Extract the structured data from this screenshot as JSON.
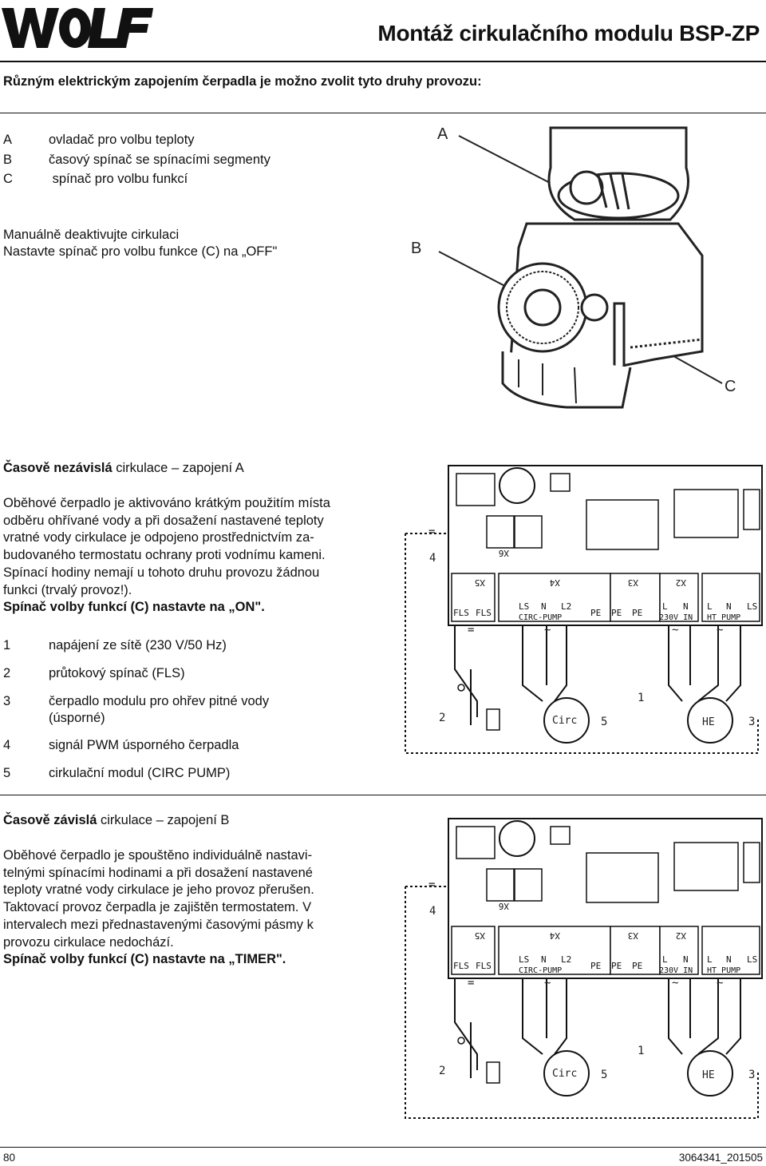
{
  "header": {
    "brand": "WOLF",
    "title": "Montáž cirkulačního modulu BSP-ZP"
  },
  "intro": "Různým elektrickým zapojením čerpadla je možno zvolit tyto druhy provozu:",
  "legend": [
    {
      "key": "A",
      "text": "ovladač pro volbu teploty"
    },
    {
      "key": "B",
      "text": "časový spínač se spínacími segmenty"
    },
    {
      "key": "C",
      "text": " spínač pro volbu funkcí"
    }
  ],
  "instructions": [
    "Manuálně deaktivujte cirkulaci",
    "Nastavte spínač pro volbu funkce (C) na „OFF\""
  ],
  "figure1": {
    "label_a": "A",
    "label_b": "B",
    "label_c": "C"
  },
  "section_a": {
    "title_bold": "Časově nezávislá",
    "title_rest": " cirkulace – zapojení A",
    "lines": [
      "Oběhové čerpadlo je aktivováno krátkým použitím místa",
      "odběru ohřívané vody a při dosažení nastavené teploty",
      "vratné vody cirkulace je odpojeno prostřednictvím za-",
      "budovaného termostatu ochrany proti vodnímu kameni.",
      "Spínací hodiny nemají u tohoto druhu provozu žádnou",
      "funkci (trvalý provoz!)."
    ],
    "last": "Spínač volby funkcí (C) nastavte na „ON\"."
  },
  "numbered_list": [
    {
      "n": "1",
      "text": "napájení ze sítě (230 V/50 Hz)"
    },
    {
      "n": "2",
      "text": "průtokový spínač (FLS)"
    },
    {
      "n": "3",
      "text": "čerpadlo modulu pro ohřev pitné vody",
      "text2": "(úsporné)"
    },
    {
      "n": "4",
      "text": "signál PWM úsporného čerpadla"
    },
    {
      "n": "5",
      "text": "cirkulační modul (CIRC PUMP)"
    }
  ],
  "section_b": {
    "title_bold": "Časově závislá",
    "title_rest": " cirkulace – zapojení B",
    "lines": [
      "Oběhové čerpadlo je spouštěno individuálně nastavi-",
      "telnými spínacími hodinami a při dosažení nastavené",
      "teploty vratné vody cirkulace je jeho provoz přerušen.",
      "Taktovací provoz čerpadla je zajištěn termostatem. V",
      "intervalech mezi přednastavenými časovými pásmy k",
      "provozu cirkulace nedochází."
    ],
    "last": "Spínač volby funkcí (C) nastavte na „TIMER\"."
  },
  "diagram": {
    "terminals": {
      "x5": "X5",
      "x4": "X4",
      "x3": "X3",
      "x2": "X2",
      "x6": "X6",
      "fls1": "FLS",
      "fls2": "FLS",
      "ls1": "LS",
      "n1": "N",
      "l2": "L2",
      "circ_pump": "CIRC-PUMP",
      "pe1": "PE",
      "pe2": "PE",
      "pe3": "PE",
      "l1": "L",
      "n2": "N",
      "v230": "230V IN",
      "l3": "L",
      "n3": "N",
      "ls2": "LS",
      "ht_pump": "HT_PUMP"
    },
    "labels": {
      "n1": "1",
      "n2": "2",
      "n3": "3",
      "n4": "4",
      "n5": "5",
      "circ": "Circ",
      "he": "HE",
      "eq": "=",
      "tilde": "~"
    }
  },
  "footer": {
    "page": "80",
    "doc": "3064341_201505"
  }
}
